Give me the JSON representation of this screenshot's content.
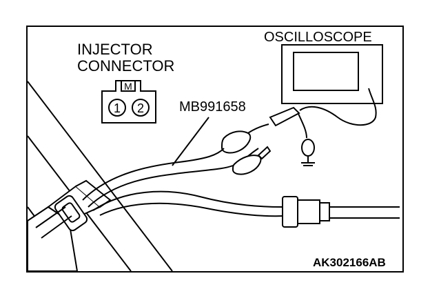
{
  "labels": {
    "injector_connector_line1": "INJECTOR",
    "injector_connector_line2": "CONNECTOR",
    "oscilloscope": "OSCILLOSCOPE",
    "tool": "MB991658",
    "figure_id": "AK302166AB"
  },
  "connector": {
    "key_mark": "M",
    "pin1": "1",
    "pin2": "2"
  },
  "colors": {
    "line": "#000000",
    "background": "#ffffff"
  }
}
